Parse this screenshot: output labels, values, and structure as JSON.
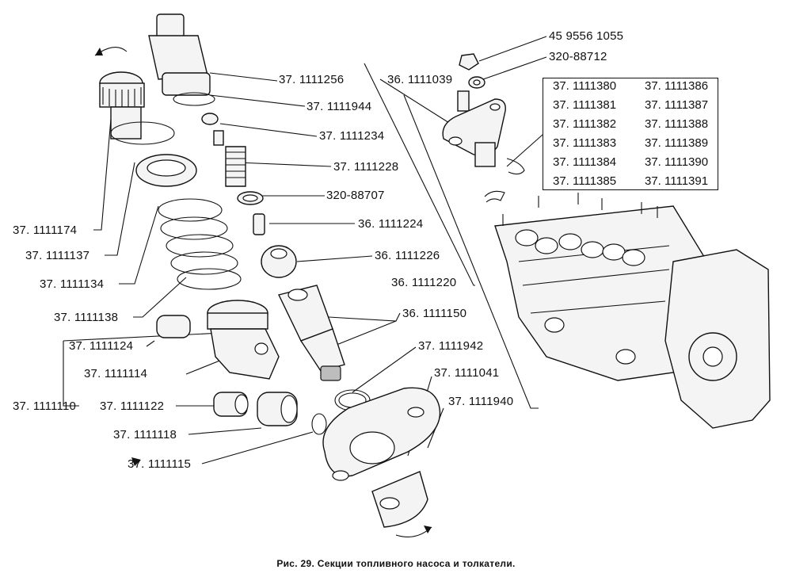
{
  "caption": "Рис. 29. Секции топливного насоса и толкатели.",
  "labels": {
    "p1": "45 9556 1055",
    "p2": "320-88712",
    "p3": "37. 1111256",
    "p4": "36. 1111039",
    "p5": "37. 1111944",
    "p6": "37. 1111234",
    "p7": "37. 1111228",
    "p8": "320-88707",
    "p9": "36. 1111224",
    "p10": "36. 1111226",
    "p11": "36. 1111220",
    "p12": "36. 1111150",
    "p13": "37. 1111942",
    "p14": "37. 1111041",
    "p15": "37. 1111940",
    "p16": "37. 1111174",
    "p17": "37. 1111137",
    "p18": "37. 1111134",
    "p19": "37. 1111138",
    "p20": "37. 1111124",
    "p21": "37. 1111114",
    "p22": "37. 1111110",
    "p23": "37. 1111122",
    "p24": "37. 1111118",
    "p25": "37. 1111115"
  },
  "table": {
    "left": [
      "37. 1111380",
      "37. 1111381",
      "37. 1111382",
      "37. 1111383",
      "37. 1111384",
      "37. 1111385"
    ],
    "right": [
      "37. 1111386",
      "37. 1111387",
      "37. 1111388",
      "37. 1111389",
      "37. 1111390",
      "37. 1111391"
    ]
  }
}
